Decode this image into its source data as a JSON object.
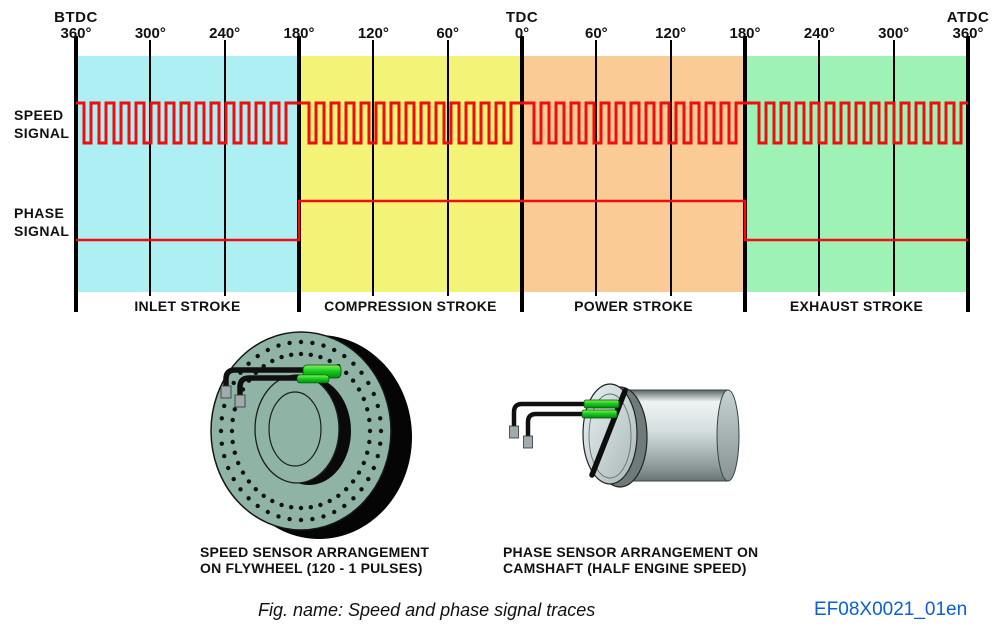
{
  "figure": {
    "caption": "Fig. name: Speed and phase signal traces",
    "code": "EF08X0021_01en",
    "code_color": "#0B5ED7"
  },
  "captions": {
    "speed_sensor": {
      "line1": "SPEED SENSOR ARRANGEMENT",
      "line2": "ON FLYWHEEL (120 - 1 PULSES)"
    },
    "phase_sensor": {
      "line1": "PHASE SENSOR ARRANGEMENT ON",
      "line2": "CAMSHAFT (HALF ENGINE SPEED)"
    }
  },
  "chart_data": {
    "type": "waveform",
    "title": "Speed and phase signal traces",
    "x_axis": {
      "unit": "crank angle degrees",
      "tick_interval_deg": 60,
      "ticks": [
        "360°",
        "300°",
        "240°",
        "180°",
        "120°",
        "60°",
        "0°",
        "60°",
        "120°",
        "180°",
        "240°",
        "300°",
        "360°"
      ],
      "markers": [
        {
          "index": 0,
          "label": "BTDC"
        },
        {
          "index": 6,
          "label": "TDC"
        },
        {
          "index": 12,
          "label": "ATDC"
        }
      ]
    },
    "strokes": [
      {
        "label": "INLET STROKE",
        "color": "#ADEFF2"
      },
      {
        "label": "COMPRESSION STROKE",
        "color": "#F3F377"
      },
      {
        "label": "POWER STROKE",
        "color": "#FACB95"
      },
      {
        "label": "EXHAUST STROKE",
        "color": "#9EF2B5"
      }
    ],
    "signals": {
      "color": "#EE0E0E",
      "speed": {
        "label_lines": [
          "SPEED",
          "SIGNAL"
        ],
        "description": "Flywheel pulse train (120 - 1 pulses); one missing pulse at each stroke boundary"
      },
      "phase": {
        "label_lines": [
          "PHASE",
          "SIGNAL"
        ],
        "description": "Low during inlet and exhaust strokes, high from 180° BTDC through 180° ATDC",
        "rise_tick_index": 3,
        "fall_tick_index": 9
      }
    }
  }
}
